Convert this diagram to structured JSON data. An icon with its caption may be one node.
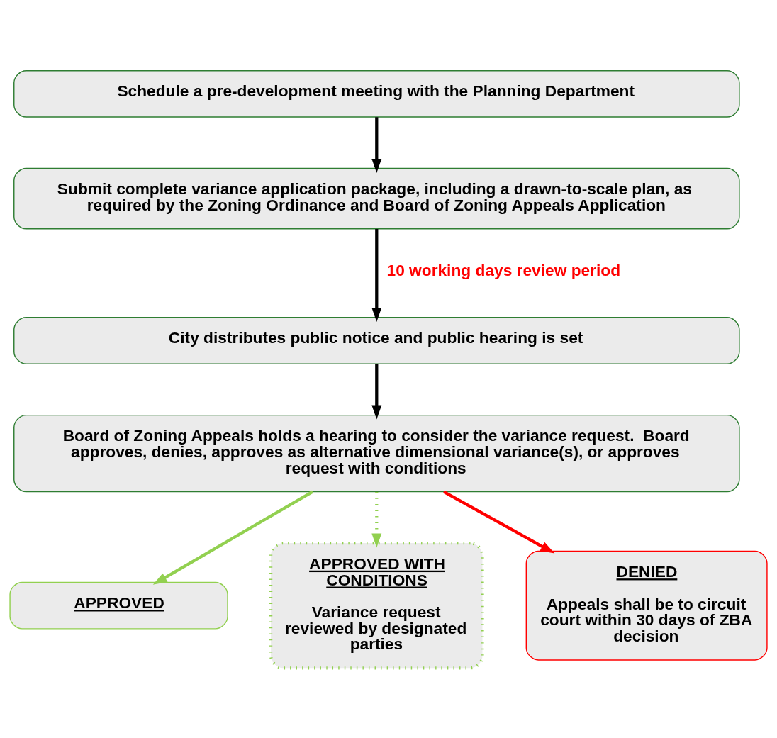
{
  "diagram": {
    "nodes": [
      {
        "text": [
          "Schedule a pre-development meeting with the Planning Department"
        ]
      },
      {
        "text": [
          "Submit complete variance application package, including a drawn-to-scale plan, as required by the Zoning Ordinance and Board of Zoning Appeals Application"
        ]
      },
      {
        "text": [
          "City distributes public notice and public hearing is set"
        ]
      },
      {
        "text": [
          "Board of Zoning Appeals holds a hearing to consider the variance request.  Board approves, denies, approves as alternative dimensional variance(s), or approves request with conditions"
        ]
      },
      {
        "text": [
          "APPROVED"
        ]
      },
      {
        "text": [
          "APPROVED WITH CONDITIONS",
          "Variance request reviewed by designated parties"
        ]
      },
      {
        "text": [
          "DENIED",
          "Appeals shall be to circuit court within 30 days of ZBA decision"
        ]
      }
    ],
    "edges": [
      {
        "from": 0,
        "to": 1,
        "arrow": "to"
      },
      {
        "from": 1,
        "to": 2,
        "arrow": "to",
        "label": "10 working days review period"
      },
      {
        "from": 2,
        "to": 3,
        "arrow": "to"
      },
      {
        "from": 3,
        "to": 4,
        "arrow": "to",
        "color": "#92d050"
      },
      {
        "from": 3,
        "to": 5,
        "arrow": "to",
        "style": "dashed",
        "color": "#92d050"
      },
      {
        "from": 3,
        "to": 6,
        "arrow": "to",
        "color": "#ff0000"
      }
    ]
  }
}
